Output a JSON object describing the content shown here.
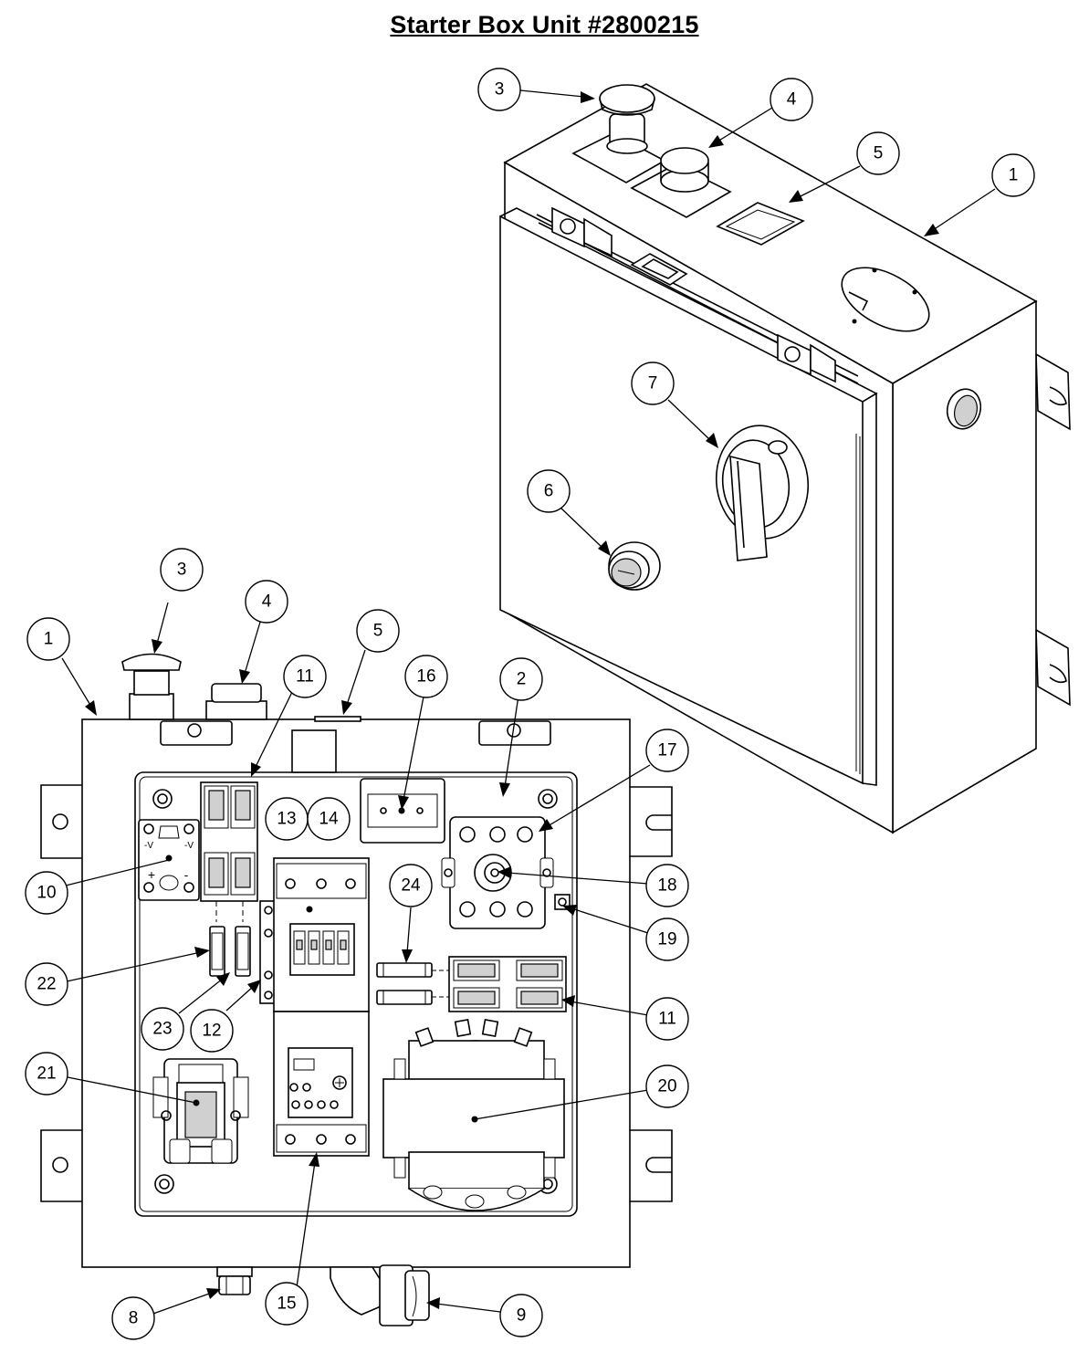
{
  "title": "Starter Box Unit #2800215",
  "callouts": [
    {
      "id": "iso-3",
      "label": "3"
    },
    {
      "id": "iso-4",
      "label": "4"
    },
    {
      "id": "iso-5",
      "label": "5"
    },
    {
      "id": "iso-1",
      "label": "1"
    },
    {
      "id": "iso-7",
      "label": "7"
    },
    {
      "id": "iso-6",
      "label": "6"
    },
    {
      "id": "front-3",
      "label": "3"
    },
    {
      "id": "front-4",
      "label": "4"
    },
    {
      "id": "front-1",
      "label": "1"
    },
    {
      "id": "front-5",
      "label": "5"
    },
    {
      "id": "front-11a",
      "label": "11"
    },
    {
      "id": "front-16",
      "label": "16"
    },
    {
      "id": "front-2",
      "label": "2"
    },
    {
      "id": "front-17",
      "label": "17"
    },
    {
      "id": "front-13",
      "label": "13"
    },
    {
      "id": "front-14",
      "label": "14"
    },
    {
      "id": "front-10",
      "label": "10"
    },
    {
      "id": "front-18",
      "label": "18"
    },
    {
      "id": "front-24",
      "label": "24"
    },
    {
      "id": "front-19",
      "label": "19"
    },
    {
      "id": "front-22",
      "label": "22"
    },
    {
      "id": "front-11b",
      "label": "11"
    },
    {
      "id": "front-23",
      "label": "23"
    },
    {
      "id": "front-12",
      "label": "12"
    },
    {
      "id": "front-21",
      "label": "21"
    },
    {
      "id": "front-20",
      "label": "20"
    },
    {
      "id": "front-8",
      "label": "8"
    },
    {
      "id": "front-15",
      "label": "15"
    },
    {
      "id": "front-9",
      "label": "9"
    }
  ],
  "panel_marks": {
    "ps_top_left": "-V",
    "ps_top_right": "-V",
    "ps_bottom_left": "+",
    "ps_bottom_right": "-"
  }
}
